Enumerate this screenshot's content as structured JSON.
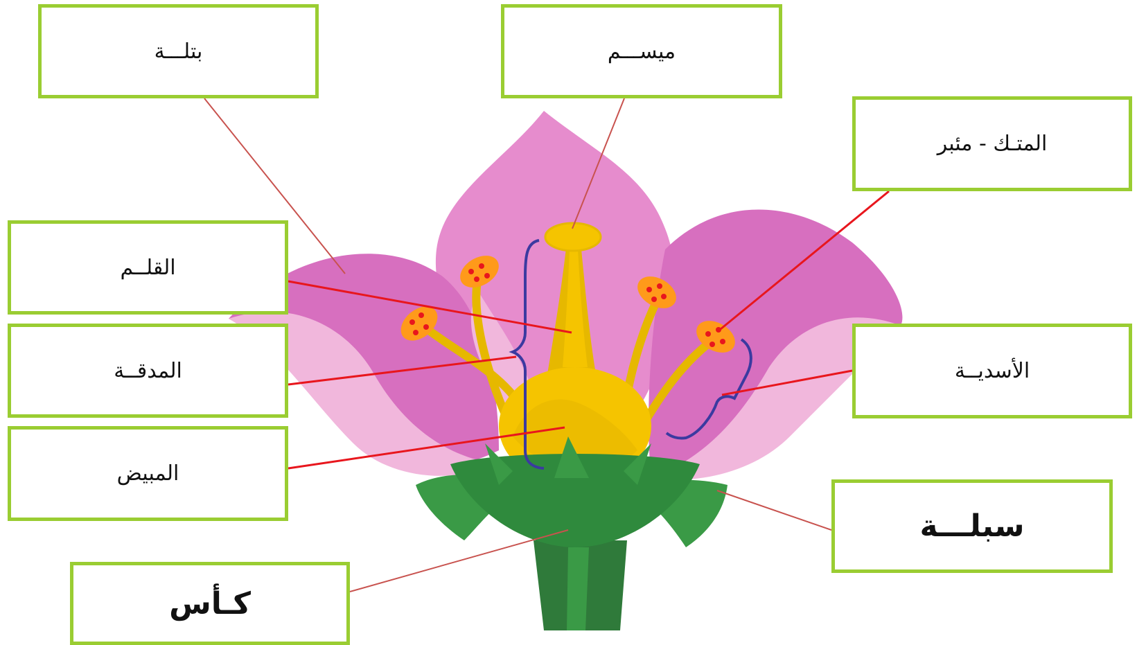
{
  "labels": {
    "petal": "بتلـــة",
    "stigma": "ميســـم",
    "anther": "المتـك - مئبر",
    "style": "القلــم",
    "pistil": "المدقــة",
    "ovary": "المبيض",
    "stamens": "الأسديــة",
    "sepal": "سبلـــة",
    "calyx": "كـأس"
  },
  "colors": {
    "box_border": "#9acd32",
    "leader_line": "#e8161d",
    "petal_thin_line": "#c8524e",
    "bracket": "#3b3aa0",
    "petal_light": "#f1b7dc",
    "petal_dark": "#d76fbf",
    "pistil_yellow": "#f5c400",
    "anther_orange": "#ff9a1a",
    "sepal_green": "#3a9a46",
    "stem_green": "#2f7a3a"
  }
}
